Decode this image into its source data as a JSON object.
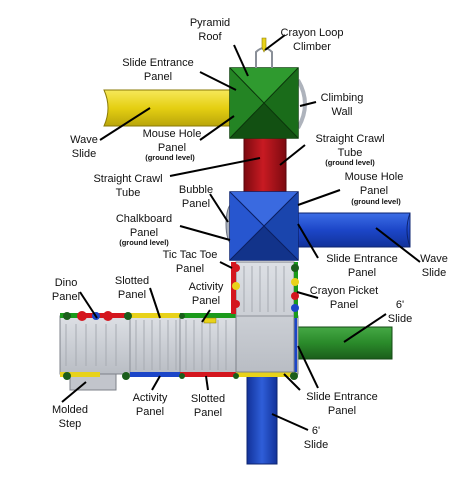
{
  "labels": {
    "pyramid_roof": [
      "Pyramid",
      "Roof"
    ],
    "crayon_loop_climber": [
      "Crayon Loop",
      "Climber"
    ],
    "slide_entrance_panel_top": [
      "Slide Entrance",
      "Panel"
    ],
    "climbing_wall": [
      "Climbing",
      "Wall"
    ],
    "wave_slide_left": [
      "Wave",
      "Slide"
    ],
    "mouse_hole_panel_top": [
      "Mouse Hole",
      "Panel"
    ],
    "ground_level_1": "(ground level)",
    "straight_crawl_tube_right": [
      "Straight Crawl",
      "Tube"
    ],
    "ground_level_2": "(ground level)",
    "straight_crawl_tube_left": [
      "Straight Crawl",
      "Tube"
    ],
    "bubble_panel": [
      "Bubble",
      "Panel"
    ],
    "mouse_hole_panel_mid": [
      "Mouse Hole",
      "Panel"
    ],
    "ground_level_3": "(ground level)",
    "chalkboard_panel": [
      "Chalkboard",
      "Panel"
    ],
    "ground_level_4": "(ground level)",
    "wave_slide_right": [
      "Wave",
      "Slide"
    ],
    "tic_tac_toe_panel": [
      "Tic Tac Toe",
      "Panel"
    ],
    "slide_entrance_panel_mid": [
      "Slide Entrance",
      "Panel"
    ],
    "dino_panel": [
      "Dino",
      "Panel"
    ],
    "slotted_panel_top": [
      "Slotted",
      "Panel"
    ],
    "activity_panel_top": [
      "Activity",
      "Panel"
    ],
    "crayon_picket_panel": [
      "Crayon Picket",
      "Panel"
    ],
    "six_foot_slide_right": [
      "6'",
      "Slide"
    ],
    "molded_step": [
      "Molded",
      "Step"
    ],
    "activity_panel_bottom": [
      "Activity",
      "Panel"
    ],
    "slotted_panel_bottom": [
      "Slotted",
      "Panel"
    ],
    "slide_entrance_panel_bottom": [
      "Slide Entrance",
      "Panel"
    ],
    "six_foot_slide_bottom": [
      "6'",
      "Slide"
    ]
  },
  "colors": {
    "roof_green": "#1e7a1e",
    "roof_blue": "#1d4fc4",
    "tube_red": "#b0121a",
    "slide_yellow": "#e8d21a",
    "slide_blue": "#1c46c8",
    "slide_green": "#2a8a2a",
    "deck_grey": "#c9ccd2"
  }
}
